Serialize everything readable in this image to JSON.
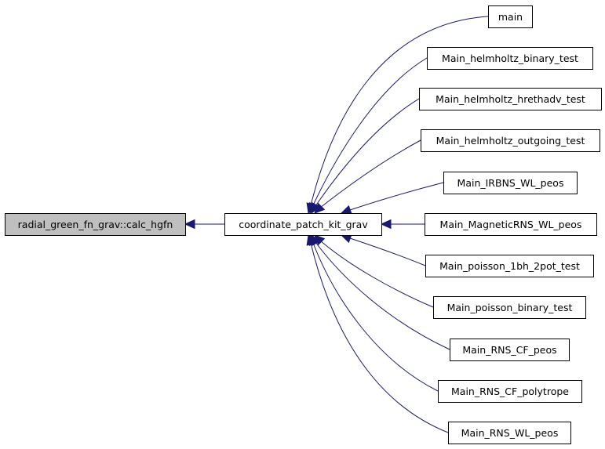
{
  "graph": {
    "colors": {
      "edge": "#191970",
      "highlight_fill": "#bfbfbf",
      "node_fill": "#ffffff",
      "border": "#000000"
    },
    "nodes": [
      {
        "id": "calc",
        "label": "radial_green_fn_grav::calc_hgfn",
        "highlight": true
      },
      {
        "id": "cpk",
        "label": "coordinate_patch_kit_grav"
      },
      {
        "id": "c0",
        "label": "main"
      },
      {
        "id": "c1",
        "label": "Main_helmholtz_binary_test"
      },
      {
        "id": "c2",
        "label": "Main_helmholtz_hrethadv_test"
      },
      {
        "id": "c3",
        "label": "Main_helmholtz_outgoing_test"
      },
      {
        "id": "c4",
        "label": "Main_IRBNS_WL_peos"
      },
      {
        "id": "c5",
        "label": "Main_MagneticRNS_WL_peos"
      },
      {
        "id": "c6",
        "label": "Main_poisson_1bh_2pot_test"
      },
      {
        "id": "c7",
        "label": "Main_poisson_binary_test"
      },
      {
        "id": "c8",
        "label": "Main_RNS_CF_peos"
      },
      {
        "id": "c9",
        "label": "Main_RNS_CF_polytrope"
      },
      {
        "id": "c10",
        "label": "Main_RNS_WL_peos"
      }
    ],
    "edges": [
      {
        "from": "cpk",
        "to": "calc"
      },
      {
        "from": "c0",
        "to": "cpk"
      },
      {
        "from": "c1",
        "to": "cpk"
      },
      {
        "from": "c2",
        "to": "cpk"
      },
      {
        "from": "c3",
        "to": "cpk"
      },
      {
        "from": "c4",
        "to": "cpk"
      },
      {
        "from": "c5",
        "to": "cpk"
      },
      {
        "from": "c6",
        "to": "cpk"
      },
      {
        "from": "c7",
        "to": "cpk"
      },
      {
        "from": "c8",
        "to": "cpk"
      },
      {
        "from": "c9",
        "to": "cpk"
      },
      {
        "from": "c10",
        "to": "cpk"
      }
    ]
  }
}
